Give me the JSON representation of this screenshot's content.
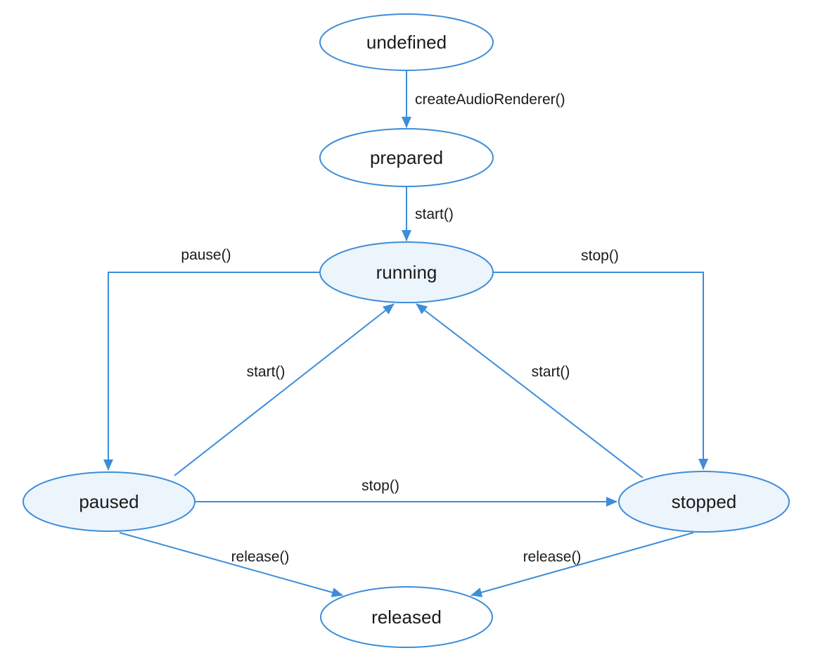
{
  "diagram": {
    "type": "state-transition-diagram",
    "subject": "audio-renderer-state-machine",
    "colors": {
      "stroke": "#3d8dd9",
      "node_fill_plain": "#ffffff",
      "node_fill_highlight": "#ecf4fc",
      "text": "#1a1a1a",
      "background": "#ffffff"
    },
    "nodes": [
      {
        "id": "undefined",
        "label": "undefined",
        "highlighted": false
      },
      {
        "id": "prepared",
        "label": "prepared",
        "highlighted": false
      },
      {
        "id": "running",
        "label": "running",
        "highlighted": true
      },
      {
        "id": "paused",
        "label": "paused",
        "highlighted": true
      },
      {
        "id": "stopped",
        "label": "stopped",
        "highlighted": true
      },
      {
        "id": "released",
        "label": "released",
        "highlighted": false
      }
    ],
    "edges": [
      {
        "from": "undefined",
        "to": "prepared",
        "label": "createAudioRenderer()"
      },
      {
        "from": "prepared",
        "to": "running",
        "label": "start()"
      },
      {
        "from": "running",
        "to": "paused",
        "label": "pause()"
      },
      {
        "from": "running",
        "to": "stopped",
        "label": "stop()"
      },
      {
        "from": "paused",
        "to": "running",
        "label": "start()"
      },
      {
        "from": "stopped",
        "to": "running",
        "label": "start()"
      },
      {
        "from": "paused",
        "to": "stopped",
        "label": "stop()"
      },
      {
        "from": "paused",
        "to": "released",
        "label": "release()"
      },
      {
        "from": "stopped",
        "to": "released",
        "label": "release()"
      }
    ]
  }
}
